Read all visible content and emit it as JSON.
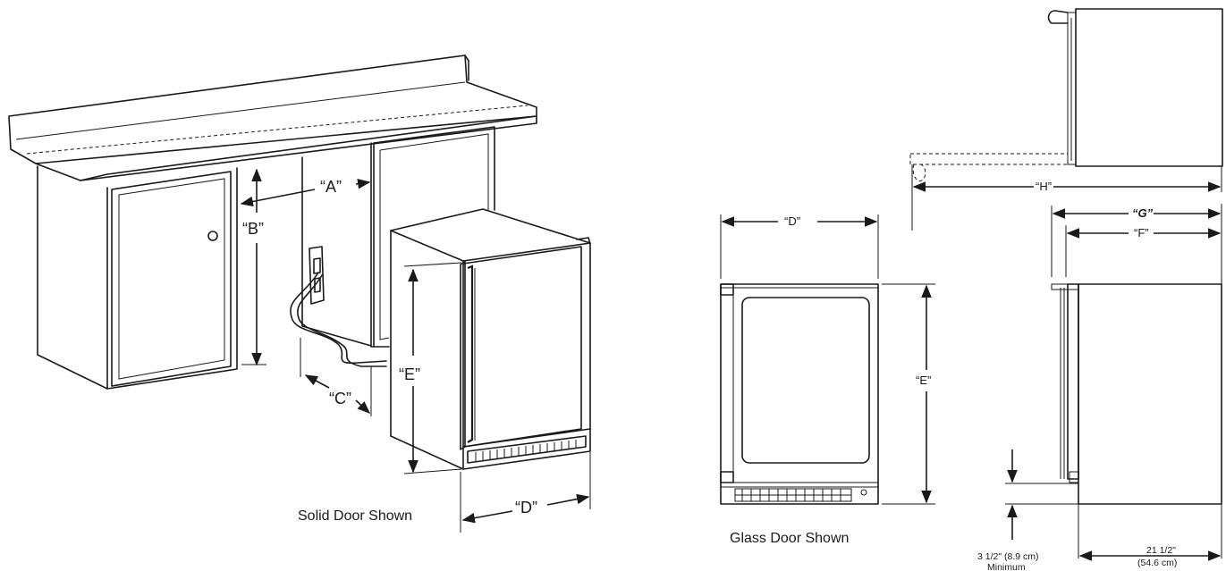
{
  "labels": {
    "A": "“A”",
    "B": "“B”",
    "C": "“C”",
    "D_left": "“D”",
    "E_left": "“E”",
    "D_right": "“D”",
    "E_right": "“E”",
    "F": "“F”",
    "G": "“G”",
    "H": "“H”"
  },
  "captions": {
    "solid_door": "Solid Door Shown",
    "glass_door": "Glass Door Shown"
  },
  "dimensions": {
    "toe_kick_value": "3 1/2\" (8.9 cm)",
    "toe_kick_note": "Minimum",
    "cabinet_depth_value": "21 1/2\"",
    "cabinet_depth_metric": "(54.6 cm)"
  },
  "colors": {
    "line": "#1a1a1a",
    "background": "#ffffff"
  }
}
